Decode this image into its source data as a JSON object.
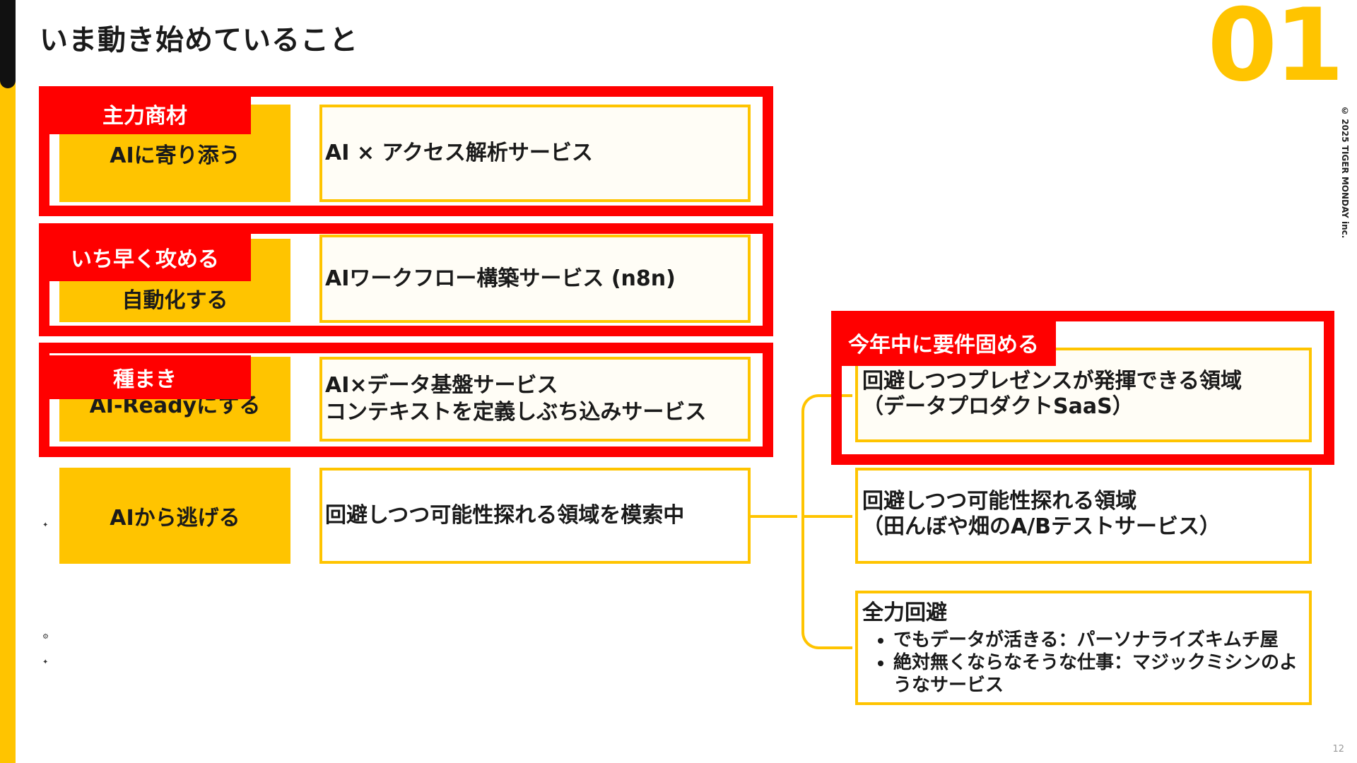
{
  "page": {
    "title": "いま動き始めていること",
    "number": "01",
    "copyright": "© 2025 TIGER MONDAY inc.",
    "slide_no": "12"
  },
  "rows": [
    {
      "tag": "主力商材",
      "label": "AIに寄り添う",
      "service": "AI × アクセス解析サービス"
    },
    {
      "tag": "いち早く攻める",
      "label": "自動化する",
      "service": "AIワークフロー構築サービス (n8n)"
    },
    {
      "tag": "種まき",
      "label": "AI-Readyにする",
      "service_lines": [
        "AI×データ基盤サービス",
        "コンテキストを定義しぶち込みサービス"
      ]
    },
    {
      "label": "AIから逃げる",
      "service": "回避しつつ可能性探れる領域を模索中"
    }
  ],
  "branches": [
    {
      "tag": "今年中に要件固める",
      "lines": [
        "回避しつつプレゼンスが発揮できる領域",
        "（データプロダクトSaaS）"
      ]
    },
    {
      "lines": [
        "回避しつつ可能性探れる領域",
        "（田んぼや畑のA/Bテストサービス）"
      ]
    },
    {
      "heading": "全力回避",
      "bullets": [
        "でもデータが活きる：パーソナライズキムチ屋",
        "絶対無くならなそうな仕事：マジックミシンのようなサービス"
      ]
    }
  ],
  "icons": [
    "bird-icon",
    "robot-icon",
    "bird-icon"
  ],
  "colors": {
    "accent": "#FFC400",
    "highlight": "#FF0000",
    "dark": "#111111"
  }
}
